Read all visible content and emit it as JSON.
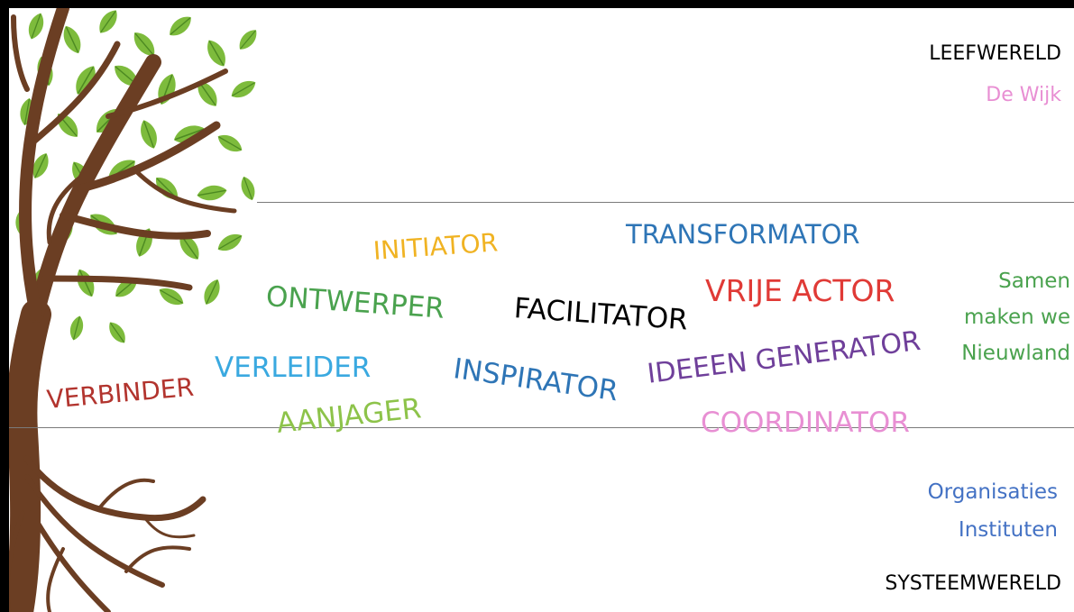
{
  "labels": {
    "leefwereld": "LEEFWERELD",
    "de_wijk": "De Wijk",
    "samen_1": "Samen",
    "samen_2": "maken we",
    "samen_3": "Nieuwland",
    "organisaties": "Organisaties",
    "instituten": "Instituten",
    "systeemwereld": "SYSTEEMWERELD"
  },
  "roles": {
    "initiator": "INITIATOR",
    "transformator": "TRANSFORMATOR",
    "ontwerper": "ONTWERPER",
    "facilitator": "FACILITATOR",
    "vrije_actor": "VRIJE ACTOR",
    "ideeen_generator": "IDEEEN GENERATOR",
    "inspirator": "INSPIRATOR",
    "verleider": "VERLEIDER",
    "verbinder": "VERBINDER",
    "aanjager": "AANJAGER",
    "coordinator": "COORDINATOR"
  },
  "colors": {
    "background": "#ffffff",
    "frame": "#000000",
    "divider": "#7a7a7a",
    "pink": "#e88fd3",
    "green": "#4aa24e",
    "blue": "#2e75b6",
    "orange": "#f0b323",
    "red": "#e03a36",
    "purple": "#6f3f9a",
    "lightblue": "#3aa9e0",
    "darkred": "#b2342e",
    "lightgreen": "#8dc34a",
    "org_blue": "#4472c4",
    "trunk": "#6b3e23",
    "leaf": "#7dbb3c"
  },
  "decoration": {
    "tree": "tree-illustration"
  }
}
